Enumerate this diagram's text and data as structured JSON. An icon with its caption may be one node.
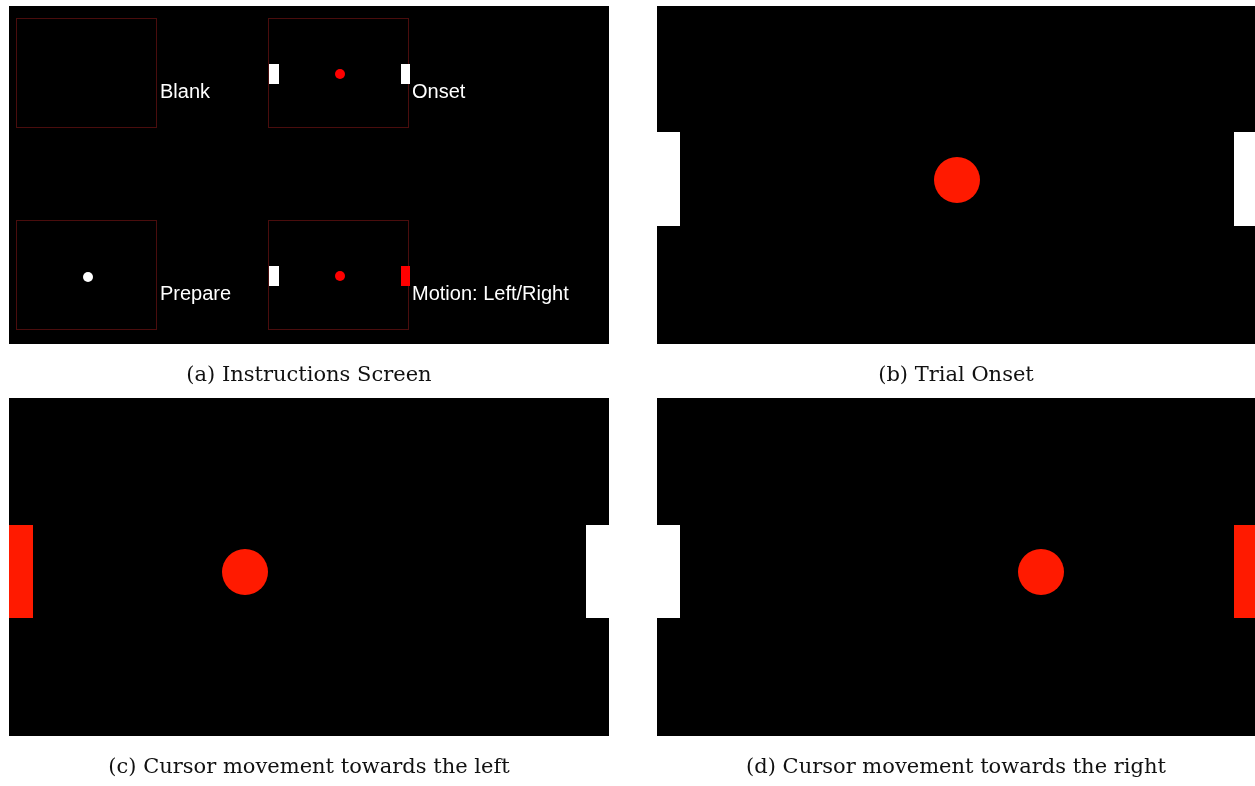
{
  "diagram": {
    "nodes": [
      {
        "text": [],
        "shape": "box",
        "beside": [
          "(a) Instructions Screen"
        ]
      },
      {
        "text": [],
        "shape": "box",
        "in": 0,
        "beside": [
          "Blank"
        ]
      },
      {
        "text": [],
        "shape": "box",
        "in": 0,
        "beside": [
          "Onset"
        ]
      },
      {
        "text": [],
        "shape": "box",
        "in": 0,
        "beside": [
          "Prepare"
        ]
      },
      {
        "text": [],
        "shape": "box",
        "in": 0,
        "beside": [
          "Motion: Left/Right"
        ]
      },
      {
        "text": [],
        "shape": "box",
        "beside": [
          "(b) Trial Onset"
        ]
      },
      {
        "text": [],
        "shape": "box",
        "beside": [
          "(c) Cursor movement towards the left"
        ]
      },
      {
        "text": [],
        "shape": "box",
        "beside": [
          "(d) Cursor movement towards the right"
        ]
      }
    ]
  }
}
